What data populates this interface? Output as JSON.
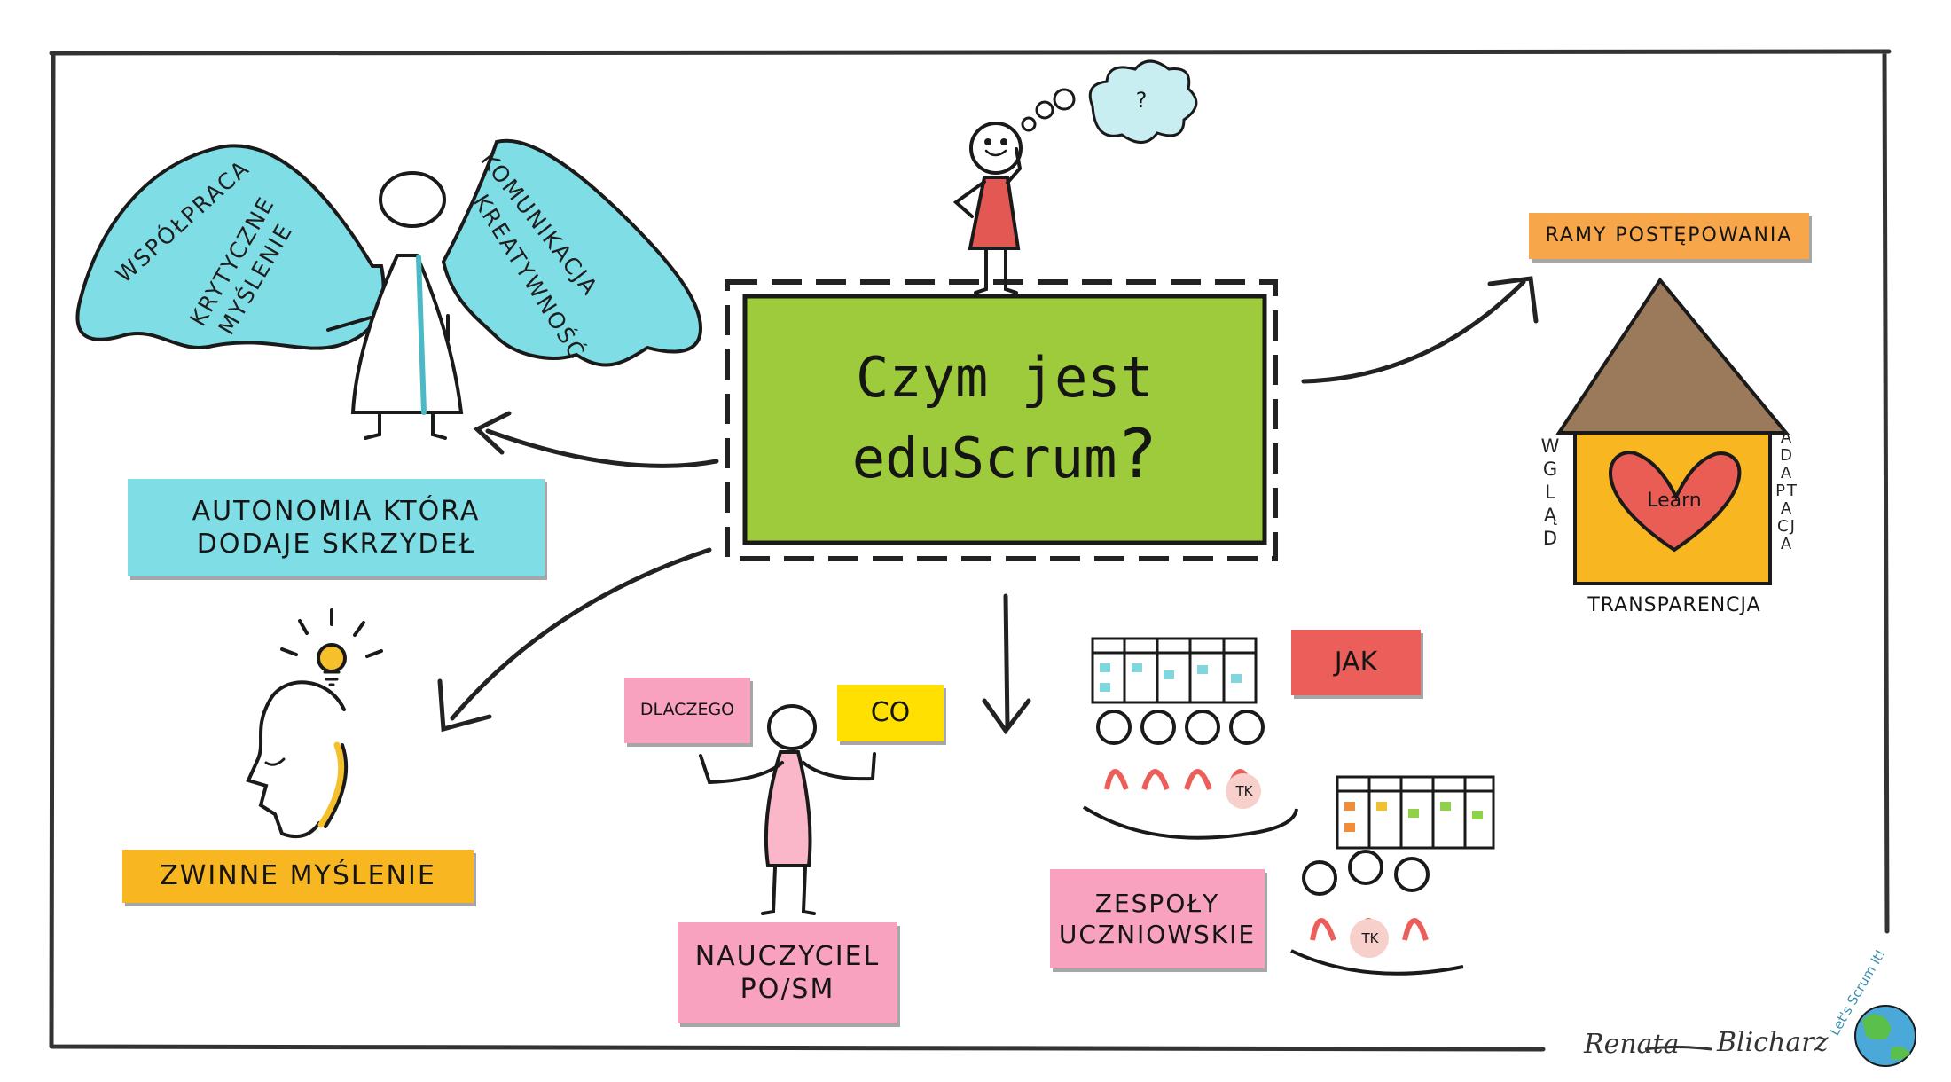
{
  "title": {
    "line1": "Czym jest",
    "line2": "eduScrum",
    "mark": "?"
  },
  "wings": {
    "left_top": "WSPÓŁPRACA",
    "left_mid": "KRYTYCZNE",
    "left_bottom": "MYŚLENIE",
    "right_top": "KOMUNIKACJA",
    "right_bottom": "KREATYWNOŚĆ"
  },
  "autonomy": {
    "line1": "AUTONOMIA KTÓRA",
    "line2": "DODAJE SKRZYDEŁ"
  },
  "agile": "ZWINNE MYŚLENIE",
  "teacher": {
    "why": "DLACZEGO",
    "what": "CO",
    "name_line1": "NAUCZYCIEL",
    "name_line2": "PO/SM"
  },
  "teams": {
    "how": "JAK",
    "name_line1": "ZESPOŁY",
    "name_line2": "UCZNIOWSKIE",
    "badge": "TK"
  },
  "framework": {
    "label": "RAMY POSTĘPOWANIA",
    "left_vertical": "WGLĄD",
    "right_vertical": "ADAPTACJA",
    "bottom": "TRANSPARENCJA",
    "heart": "Learn"
  },
  "thought": "?",
  "signature": {
    "first": "Renata",
    "last": "Blicharz",
    "logo_text": "Let's Scrum It!"
  },
  "colors": {
    "green": "#9dcb3b",
    "cyan": "#7fdee5",
    "orange": "#f7a64a",
    "yellow_orange": "#f8b620",
    "pink": "#f8a2bf",
    "yellow": "#ffe000",
    "red": "#ec5e5a",
    "roof": "#9b7a5c",
    "house": "#f8b620",
    "heart": "#ea5d55"
  }
}
